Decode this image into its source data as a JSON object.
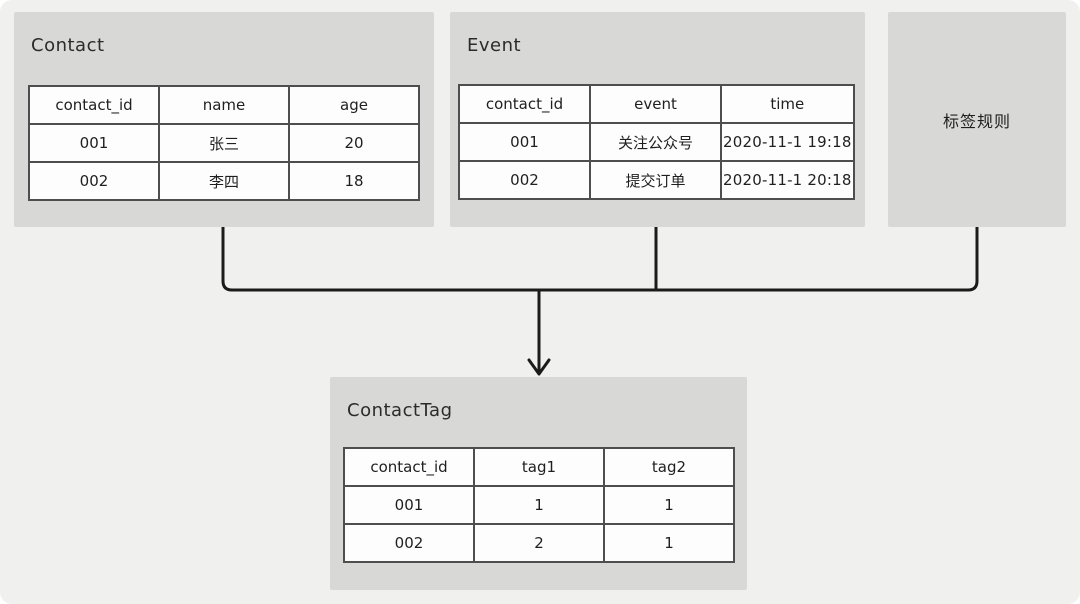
{
  "colors": {
    "canvas_background": "#f0f0ee",
    "node_fill": "#d8d8d6",
    "table_fill": "#fdfdfd",
    "table_border": "#4e4e4e",
    "connector_line": "#1b1b1b"
  },
  "nodes": {
    "contact": {
      "title": "Contact",
      "table": {
        "headers": [
          "contact_id",
          "name",
          "age"
        ],
        "rows": [
          [
            "001",
            "张三",
            "20"
          ],
          [
            "002",
            "李四",
            "18"
          ]
        ]
      }
    },
    "event": {
      "title": "Event",
      "table": {
        "headers": [
          "contact_id",
          "event",
          "time"
        ],
        "rows": [
          [
            "001",
            "关注公众号",
            "2020-11-1 19:18"
          ],
          [
            "002",
            "提交订单",
            "2020-11-1 20:18"
          ]
        ]
      }
    },
    "tag_rules": {
      "title": "标签规则"
    },
    "contact_tag": {
      "title": "ContactTag",
      "table": {
        "headers": [
          "contact_id",
          "tag1",
          "tag2"
        ],
        "rows": [
          [
            "001",
            "1",
            "1"
          ],
          [
            "002",
            "2",
            "1"
          ]
        ]
      }
    }
  }
}
